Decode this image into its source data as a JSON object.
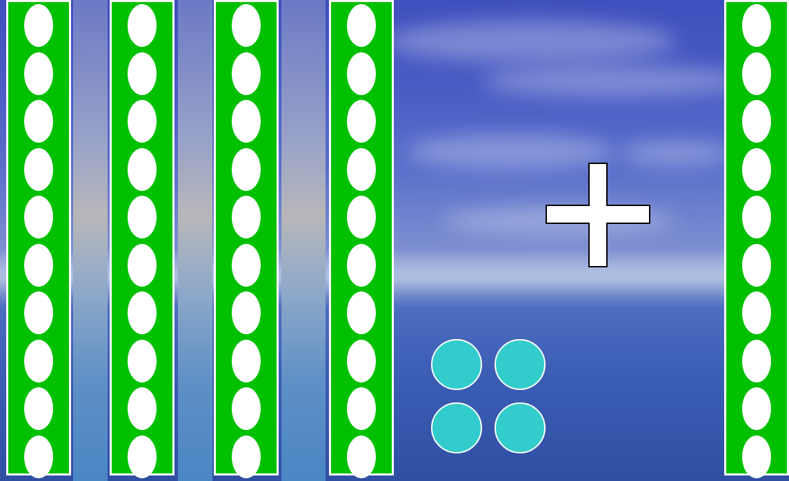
{
  "scene": {
    "colors": {
      "sky": "#4a5cc4",
      "sea": "#2f4fa3",
      "rack_fill": "#00c000",
      "rack_border": "#ffffff",
      "bead": "#ffffff",
      "counter_dot": "#33cccc",
      "plus_sign": "#ffffff"
    },
    "racks": [
      {
        "beads": 10
      },
      {
        "beads": 10
      },
      {
        "beads": 10
      },
      {
        "beads": 10
      },
      {
        "beads": 10
      }
    ],
    "operator_icon": "plus-icon",
    "counter_dots": 4
  }
}
